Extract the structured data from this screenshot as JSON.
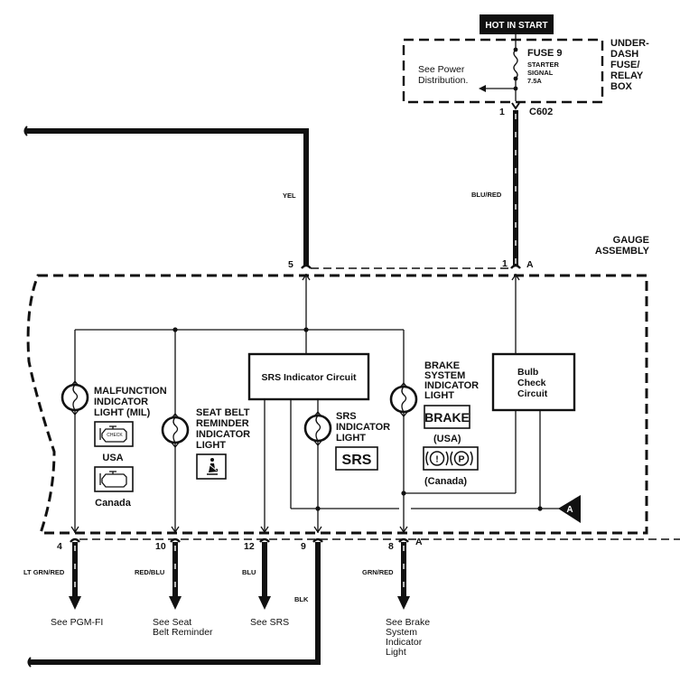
{
  "power_source": {
    "label": "HOT IN START",
    "fuse_box": {
      "name_lines": [
        "UNDER-",
        "DASH",
        "FUSE/",
        "RELAY",
        "BOX"
      ],
      "fuse_label": "FUSE 9",
      "fuse_desc_lines": [
        "STARTER",
        "SIGNAL",
        "7.5A"
      ],
      "see_ref_lines": [
        "See Power",
        "Distribution."
      ]
    },
    "connector": {
      "pin": "1",
      "name": "C602"
    }
  },
  "wires_top": {
    "yel": {
      "color": "YEL",
      "pin": "5"
    },
    "blu_red": {
      "color": "BLU/RED",
      "pin": "1",
      "connector": "A"
    }
  },
  "gauge_assembly": {
    "name_lines": [
      "GAUGE",
      "ASSEMBLY"
    ],
    "srs_circuit_label": "SRS Indicator Circuit",
    "bulb_check_lines": [
      "Bulb",
      "Check",
      "Circuit"
    ],
    "ground_ref": "A",
    "lights": [
      {
        "name_lines": [
          "MALFUNCTION",
          "INDICATOR",
          "LIGHT (MIL)"
        ],
        "symbols": [
          {
            "type": "engine-check",
            "caption": "USA",
            "text": "CHECK"
          },
          {
            "type": "engine",
            "caption": "Canada"
          }
        ]
      },
      {
        "name_lines": [
          "SEAT BELT",
          "REMINDER",
          "INDICATOR",
          "LIGHT"
        ],
        "symbols": [
          {
            "type": "seatbelt"
          }
        ]
      },
      {
        "name_lines": [
          "SRS",
          "INDICATOR",
          "LIGHT"
        ],
        "symbols": [
          {
            "type": "text",
            "text": "SRS"
          }
        ]
      },
      {
        "name_lines": [
          "BRAKE",
          "SYSTEM",
          "INDICATOR",
          "LIGHT"
        ],
        "symbols": [
          {
            "type": "text",
            "text": "BRAKE",
            "caption": "(USA)"
          },
          {
            "type": "brake-canada",
            "text_a": "!",
            "text_b": "P",
            "caption": "(Canada)"
          }
        ]
      }
    ]
  },
  "outputs": [
    {
      "pin": "4",
      "color": "LT GRN/RED",
      "ref_lines": [
        "See PGM-FI"
      ]
    },
    {
      "pin": "10",
      "color": "RED/BLU",
      "ref_lines": [
        "See Seat",
        "Belt Reminder"
      ]
    },
    {
      "pin": "12",
      "color": "BLU",
      "ref_lines": [
        "See SRS"
      ]
    },
    {
      "pin": "9",
      "color": "BLK",
      "ref_lines": []
    },
    {
      "pin": "8",
      "color": "GRN/RED",
      "connector": "A",
      "ref_lines": [
        "See Brake",
        "System",
        "Indicator",
        "Light"
      ]
    }
  ]
}
